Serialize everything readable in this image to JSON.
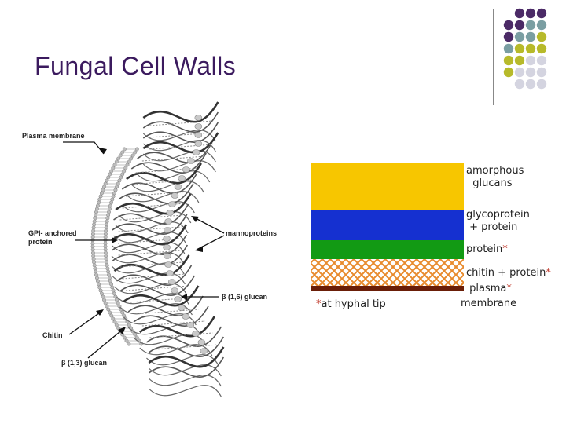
{
  "title": "Fungal Cell Walls",
  "colors": {
    "title": "#3b1a5e",
    "dot_purple": "#4b2a66",
    "dot_teal": "#7a9ea2",
    "dot_olive": "#b7ba2a",
    "dot_gray": "#d4d4e0",
    "amorphous_glucans": "#f7c600",
    "glycoprotein": "#1530d0",
    "protein": "#129a14",
    "chitin": "#e88a2c",
    "membrane": "#6a1e08"
  },
  "dot_grid": [
    [
      "purple",
      "purple",
      "purple"
    ],
    [
      "purple",
      "purple",
      "teal",
      "teal"
    ],
    [
      "purple",
      "teal",
      "teal",
      "olive"
    ],
    [
      "teal",
      "olive",
      "olive",
      "olive"
    ],
    [
      "olive",
      "olive",
      "gray",
      "gray"
    ],
    [
      "olive",
      "gray",
      "gray",
      "gray"
    ],
    [
      "gray",
      "gray",
      "gray"
    ]
  ],
  "left_diagram": {
    "plasma_membrane": "Plasma membrane",
    "gpi_protein": "GPI- anchored\nprotein",
    "chitin": "Chitin",
    "mannoproteins": "mannoproteins",
    "b16_glucan": "β (1,6) glucan",
    "b13_glucan": "β (1,3) glucan"
  },
  "right_diagram": {
    "layers": {
      "amorphous": "amorphous\n  glucans",
      "glycoprotein": "glycoprotein\n + protein",
      "protein": "protein",
      "chitin": "chitin + protein",
      "plasma": " plasma",
      "membrane": "membrane"
    },
    "footnote": "at hyphal tip",
    "star": "*"
  }
}
